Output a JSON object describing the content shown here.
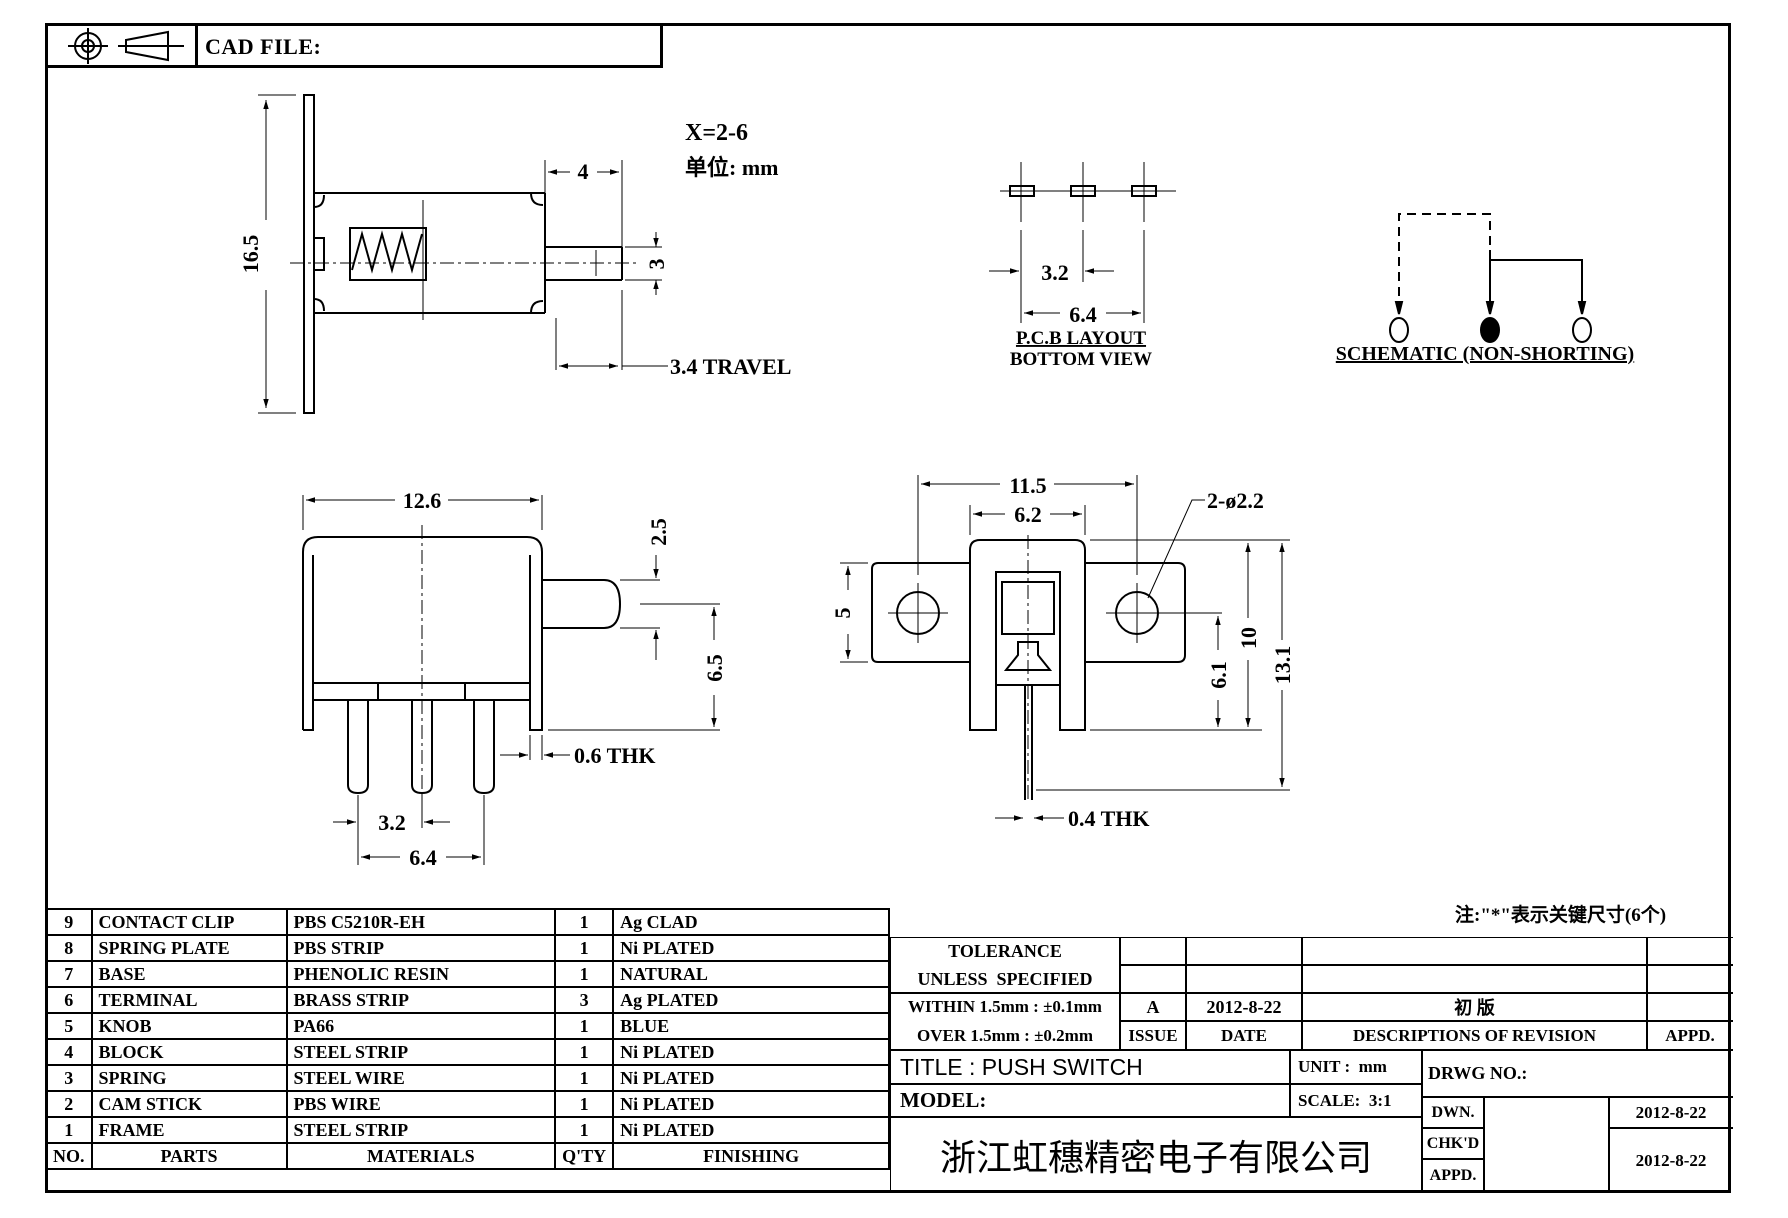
{
  "header": {
    "cad_file_label": "CAD FILE:",
    "icons": [
      "first-angle-projection-circle-icon",
      "first-angle-projection-cone-icon"
    ]
  },
  "top_view": {
    "variant_note": "X=2-6",
    "unit_note": "单位: mm",
    "dims": {
      "height": "16.5",
      "knob_length": "4",
      "knob_dia": "3",
      "travel": "3.4 TRAVEL"
    }
  },
  "pcb_layout": {
    "title": "P.C.B LAYOUT",
    "subtitle": "BOTTOM VIEW",
    "dims": {
      "pitch": "3.2",
      "span": "6.4"
    }
  },
  "schematic": {
    "title": "SCHEMATIC (NON-SHORTING)"
  },
  "side_view": {
    "dims": {
      "width": "12.6",
      "knob": "2.5",
      "knob_height": "6.5",
      "thickness": "0.6 THK",
      "pitch": "3.2",
      "span": "6.4"
    }
  },
  "front_view": {
    "dims": {
      "hole_pitch": "11.5",
      "body_width": "6.2",
      "holes": "2-ø2.2",
      "flange": "5",
      "hole_height": "6.1",
      "body_height": "10",
      "total_height": "13.1",
      "thickness": "0.4 THK"
    }
  },
  "note": "注:\"*\"表示关键尺寸(6个)",
  "parts_table": {
    "headers": {
      "no": "NO.",
      "parts": "PARTS",
      "materials": "MATERIALS",
      "qty": "Q'TY",
      "finishing": "FINISHING"
    },
    "rows": [
      {
        "no": "9",
        "part": "CONTACT CLIP",
        "material": "PBS C5210R-EH",
        "qty": "1",
        "finishing": "Ag CLAD"
      },
      {
        "no": "8",
        "part": "SPRING PLATE",
        "material": "PBS STRIP",
        "qty": "1",
        "finishing": "Ni PLATED"
      },
      {
        "no": "7",
        "part": "BASE",
        "material": "PHENOLIC RESIN",
        "qty": "1",
        "finishing": "NATURAL"
      },
      {
        "no": "6",
        "part": "TERMINAL",
        "material": "BRASS STRIP",
        "qty": "3",
        "finishing": "Ag PLATED"
      },
      {
        "no": "5",
        "part": "KNOB",
        "material": "PA66",
        "qty": "1",
        "finishing": "BLUE"
      },
      {
        "no": "4",
        "part": "BLOCK",
        "material": "STEEL STRIP",
        "qty": "1",
        "finishing": "Ni PLATED"
      },
      {
        "no": "3",
        "part": "SPRING",
        "material": "STEEL WIRE",
        "qty": "1",
        "finishing": "Ni PLATED"
      },
      {
        "no": "2",
        "part": "CAM STICK",
        "material": "PBS WIRE",
        "qty": "1",
        "finishing": "Ni PLATED"
      },
      {
        "no": "1",
        "part": "FRAME",
        "material": "STEEL STRIP",
        "qty": "1",
        "finishing": "Ni PLATED"
      }
    ]
  },
  "title_block": {
    "tolerance_line1": "TOLERANCE",
    "tolerance_line2": "UNLESS  SPECIFIED",
    "within": "WITHIN 1.5mm : ±0.1mm",
    "over": "OVER 1.5mm : ±0.2mm",
    "revision": {
      "issue": "A",
      "date": "2012-8-22",
      "description": "初 版",
      "appd": ""
    },
    "rev_headers": {
      "issue": "ISSUE",
      "date": "DATE",
      "description": "DESCRIPTIONS OF REVISION",
      "appd": "APPD."
    },
    "title_label": "TITLE : PUSH SWITCH",
    "model_label": "MODEL:",
    "unit_label": "UNIT :  mm",
    "scale_label": "SCALE:  3:1",
    "drwg_no_label": "DRWG NO.:",
    "company": "浙江虹穗精密电子有限公司",
    "dwn_label": "DWN.",
    "dwn_date": "2012-8-22",
    "chkd_label": "CHK'D",
    "appd_label": "APPD.",
    "chkd_appd_date": "2012-8-22"
  }
}
